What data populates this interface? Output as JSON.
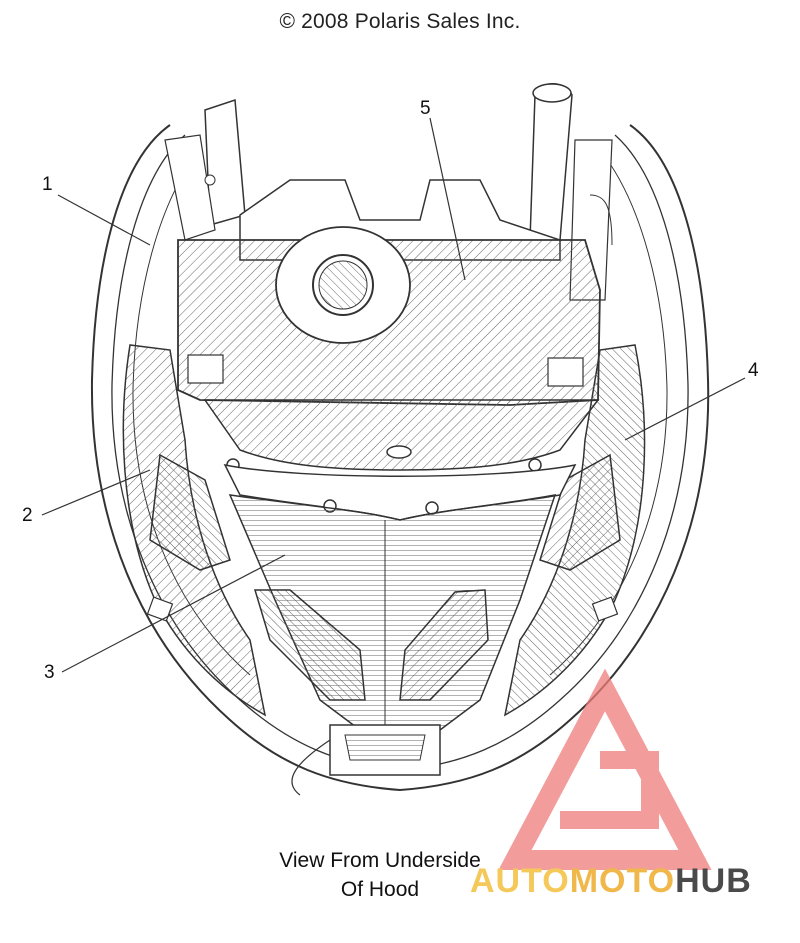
{
  "copyright": "© 2008 Polaris Sales Inc.",
  "caption": {
    "line1": "View From Underside",
    "line2": "Of Hood"
  },
  "callouts": [
    {
      "id": "1",
      "label": "1"
    },
    {
      "id": "2",
      "label": "2"
    },
    {
      "id": "3",
      "label": "3"
    },
    {
      "id": "4",
      "label": "4"
    },
    {
      "id": "5",
      "label": "5"
    }
  ],
  "watermark": {
    "part1": "AUTO",
    "part2": "MOTO",
    "part3": "HUB",
    "logo_color": "#f07c7c"
  },
  "colors": {
    "line": "#333333",
    "hatch": "#555555"
  }
}
